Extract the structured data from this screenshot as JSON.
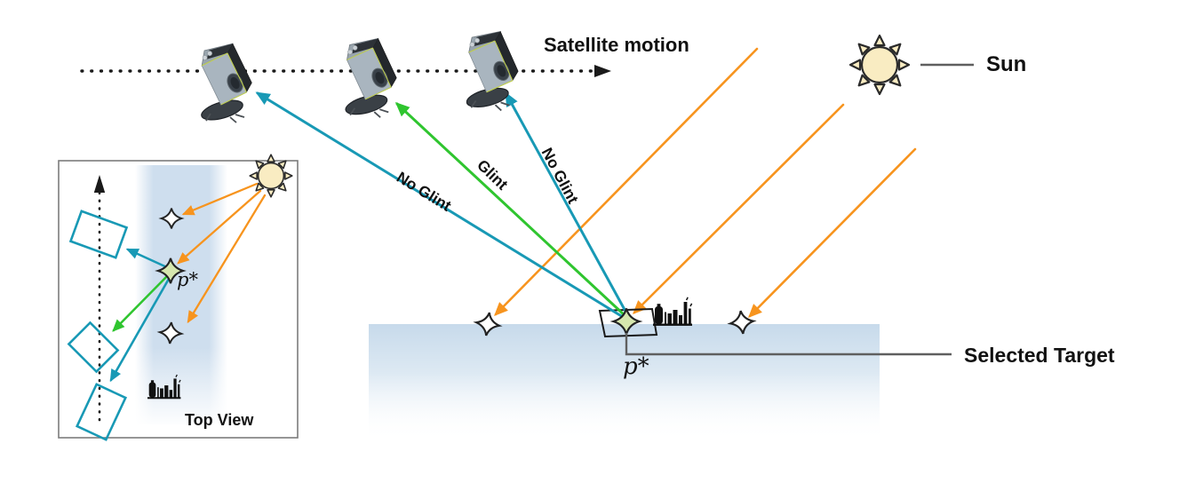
{
  "figure": {
    "annotations": {
      "satellite_motion": "Satellite motion",
      "sun": "Sun",
      "selected_target": "Selected Target",
      "top_view": "Top View",
      "no_glint_left": "No Glint",
      "glint": "Glint",
      "no_glint_right": "No Glint",
      "target_point_main": "p*",
      "target_point_inset": "p*"
    },
    "icons": {
      "satellite_icon_count": 3,
      "sun_icon_count": 2,
      "ground_star_icon_count": 2,
      "inset_star_icon_count": 2,
      "glint_target_star_icon_count": 2,
      "factory_icon_count": 2,
      "footprint_rect_count": 3
    },
    "colors": {
      "sun_ray_orange": "#F7941E",
      "no_glint_teal": "#1899B5",
      "glint_green": "#2FC52F",
      "ground_blue_top": "#C7DAEB",
      "inset_swath_blue": "#CBDCED",
      "sun_fill": "#F9ECC2",
      "annotation_line_gray": "#5F5F5F",
      "glint_star_fill": "#D6E7AE",
      "trajectory_black": "#1A1A1A"
    }
  }
}
